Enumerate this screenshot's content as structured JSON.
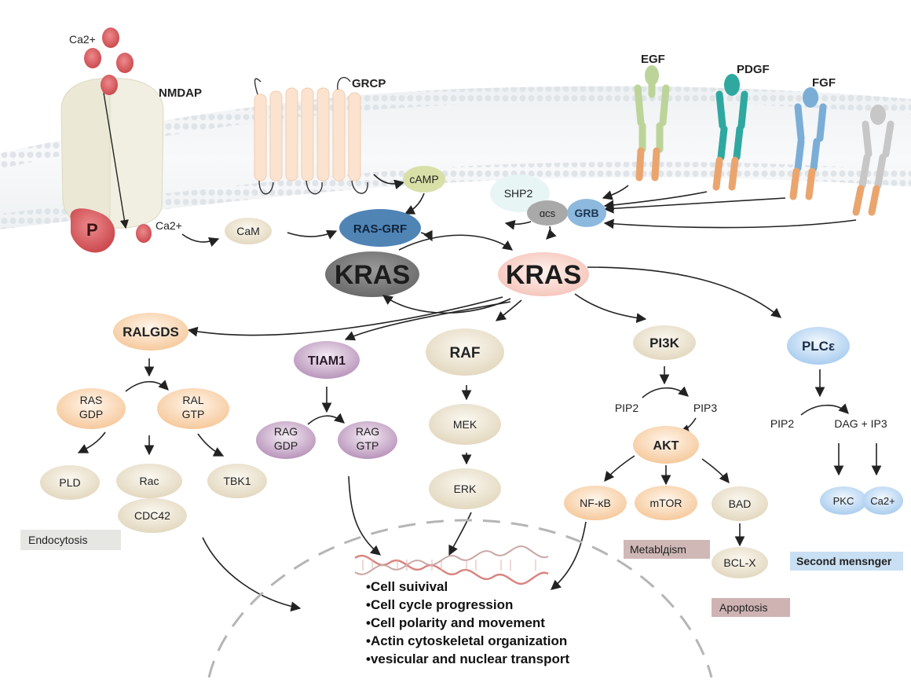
{
  "membrane": {
    "nmda": "NMDAP",
    "gpcr": "GRCP",
    "egf": "EGF",
    "pdgf": "PDGF",
    "fgf": "FGF",
    "ca_top": "Ca2+",
    "p": "P",
    "ca_low": "Ca2+",
    "cam": "CaM",
    "camp": "cAMP",
    "shp2": "SHP2",
    "sos": "ɑcs",
    "grb": "GRB",
    "rasgrf": "RAS-GRF"
  },
  "kras": {
    "inactive": "KRAS",
    "active": "KRAS"
  },
  "effectors": {
    "ralgds": "RALGDS",
    "tiam1": "TIAM1",
    "raf": "RAF",
    "pi3k": "PI3K",
    "plce": "PLCε"
  },
  "ral_branch": {
    "ras_gdp": [
      "RAS",
      "GDP"
    ],
    "ral_gtp": [
      "RAL",
      "GTP"
    ],
    "pld": "PLD",
    "rac": "Rac",
    "cdc42": "CDC42",
    "tbk1": "TBK1",
    "endocytosis": "Endocytosis"
  },
  "tiam_branch": {
    "rac_gdp": [
      "RAG",
      "GDP"
    ],
    "rac_gtp": [
      "RAG",
      "GTP"
    ]
  },
  "raf_branch": {
    "mek": "MEK",
    "erk": "ERK"
  },
  "pi3k_branch": {
    "pip2": "PIP2",
    "pip3": "PIP3",
    "akt": "AKT",
    "nfkb": "NF-κB",
    "mtor": "mTOR",
    "bad": "BAD",
    "bclx": "BCL-X",
    "metabolism": "Metablдism",
    "apoptosis": "Apoptosis"
  },
  "plc_branch": {
    "pip2": "PIP2",
    "dag_ip3": "DAG + IP3",
    "pkc": "PKC",
    "ca": "Ca2+",
    "second_messenger": "Second mensnger"
  },
  "outcomes": [
    "•Cell suivival",
    "•Cell cycle progression",
    "•Cell polarity and movement",
    "•Actin cytoskeletal organization",
    "•vesicular and nuclear transport"
  ],
  "colors": {
    "ca_red": "#d9575a",
    "kras_gray": "#7a7a7a",
    "kras_active": "#fbd9d3",
    "rasgrf_blue": "#4f84b5",
    "peach": "#f7cfa8",
    "lilac": "#c7a8c9",
    "beige": "#ece4d2",
    "pale_blue": "#c6def5",
    "egf_green": "#bcd49a",
    "pdgf_teal": "#2fa8a0",
    "fgf_blue": "#7aaed6",
    "stalk_orange": "#eaa56e"
  }
}
